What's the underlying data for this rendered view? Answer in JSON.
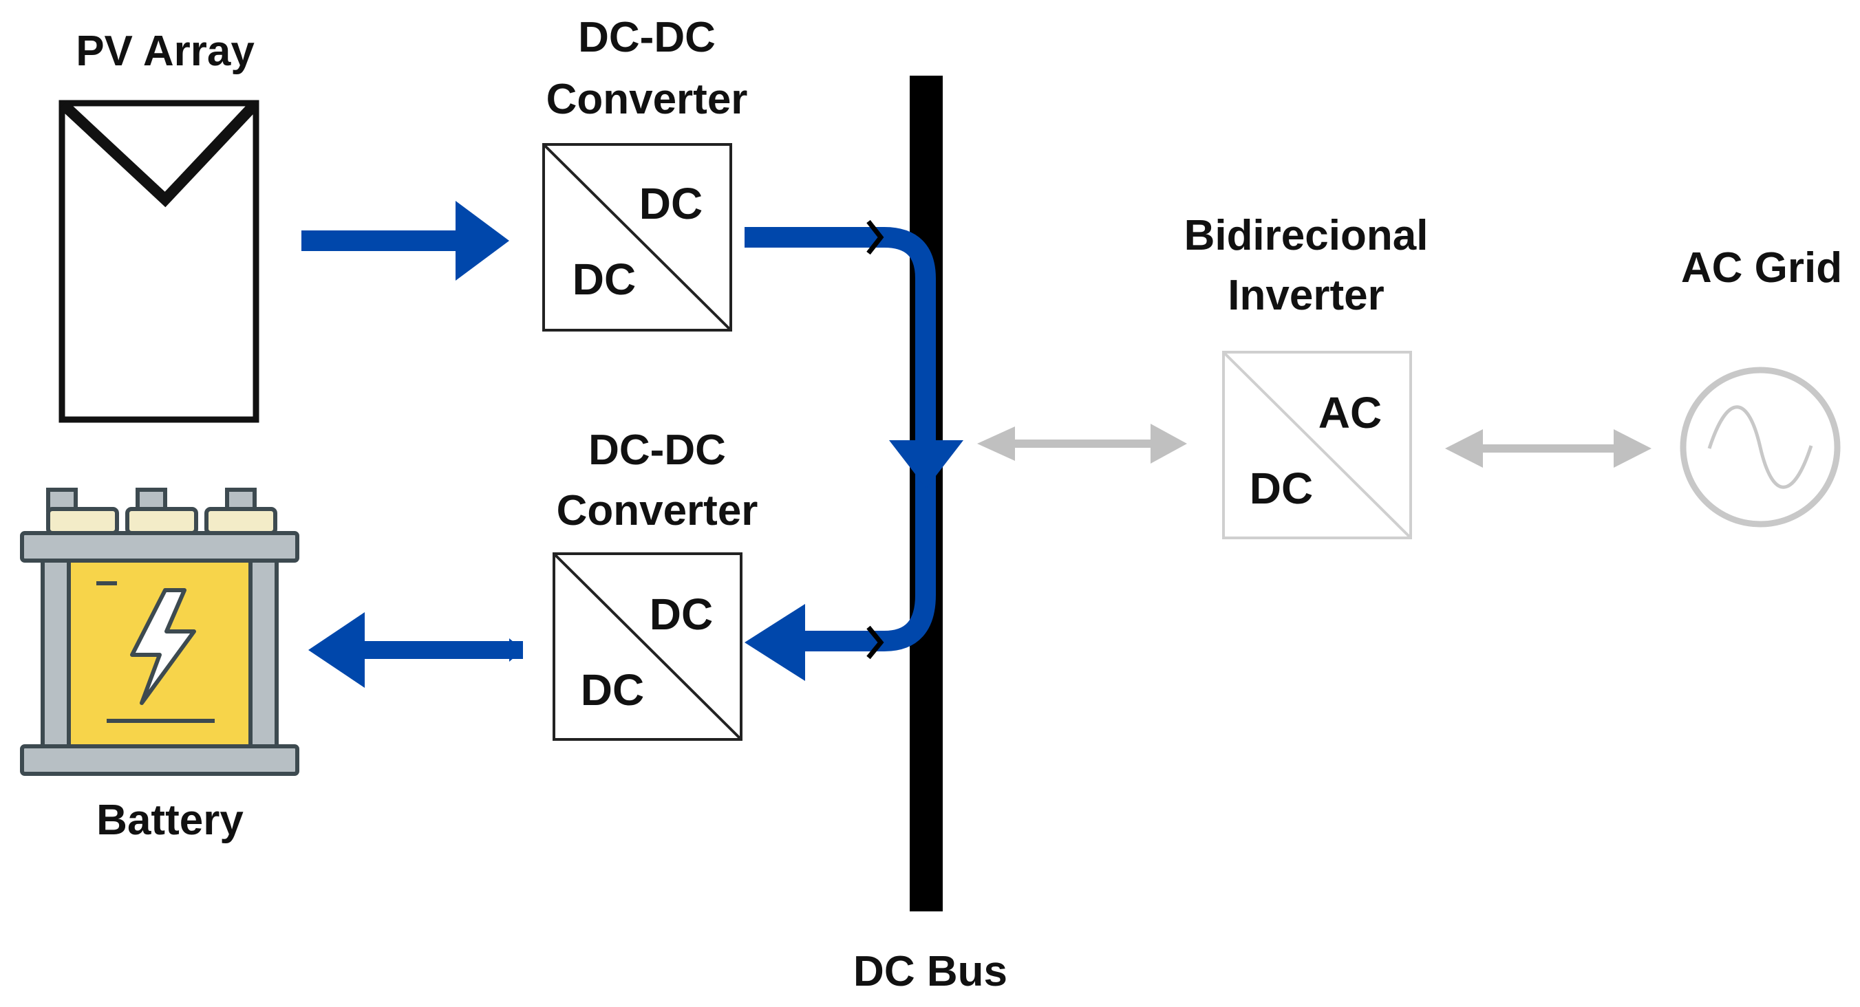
{
  "labels": {
    "pv_array": "PV Array",
    "converter_top_line1": "DC-DC",
    "converter_top_line2": "Converter",
    "converter_bottom_line1": "DC-DC",
    "converter_bottom_line2": "Converter",
    "inverter_line1": "Bidirecional",
    "inverter_line2": "Inverter",
    "ac_grid": "AC Grid",
    "battery": "Battery",
    "dc_bus": "DC Bus"
  },
  "blocks": {
    "converter_top": {
      "upper": "DC",
      "lower": "DC"
    },
    "converter_bottom": {
      "upper": "DC",
      "lower": "DC"
    },
    "inverter": {
      "upper": "AC",
      "lower": "DC"
    }
  },
  "colors": {
    "flow_active": "#0047ab",
    "flow_inactive": "#c0c0c0",
    "bus": "#000000",
    "battery_body": "#f7d44a",
    "battery_frame": "#b7bfc4",
    "battery_outline": "#3d4a50",
    "battery_caps": "#f3ecc8",
    "grid_symbol": "#c8c8c8"
  }
}
